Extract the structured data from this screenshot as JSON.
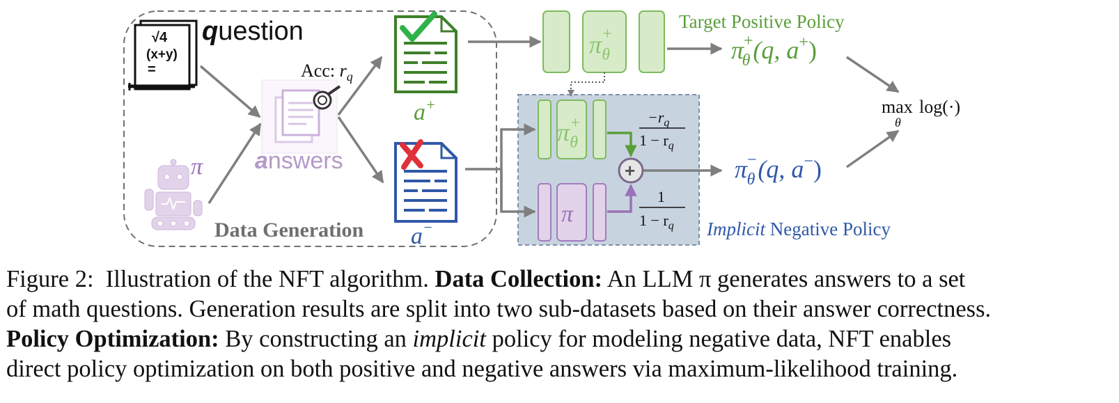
{
  "diagram": {
    "question_label_bold": "q",
    "question_label_rest": "uestion",
    "question_math": [
      "√4",
      "(x+y)",
      "="
    ],
    "policy_symbol": "π",
    "answers_label_bold": "a",
    "answers_label_rest": "nswers",
    "accuracy_label": "Acc: ",
    "accuracy_symbol": "r",
    "accuracy_sub": "q",
    "data_generation_label": "Data Generation",
    "positive_answer": "a",
    "positive_sup": "+",
    "negative_answer": "a",
    "negative_sup": "−",
    "target_positive_label": "Target Positive Policy",
    "positive_policy_block": "π",
    "positive_policy_sup": "+",
    "positive_policy_sub": "θ",
    "positive_output": "π",
    "positive_output_sup": "+",
    "positive_output_sub": "θ",
    "positive_output_args": "(q, a",
    "positive_output_args_sup": "+",
    "positive_output_close": ")",
    "objective_max": "max",
    "objective_sub": "θ",
    "objective_log": "log(·)",
    "negative_output": "π",
    "negative_output_sup": "−",
    "negative_output_sub": "θ",
    "negative_output_args": "(q, a",
    "negative_output_args_sup": "−",
    "negative_output_close": ")",
    "implicit_label_italic": "Implicit",
    "implicit_label_rest": " Negative Policy",
    "ref_policy_block": "π",
    "plus_sign": "+",
    "frac_top_num": "−r",
    "frac_top_num_sub": "q",
    "frac_top_den": "1 − r",
    "frac_top_den_sub": "q",
    "frac_bottom_num": "1",
    "frac_bottom_den": "1 − r",
    "frac_bottom_den_sub": "q"
  },
  "caption": {
    "figure_label": "Figure 2:",
    "line1_a": "Illustration of the NFT algorithm. ",
    "line1_bold": "Data Collection:",
    "line1_b": " An LLM π generates answers to a set",
    "line2": "of math questions. Generation results are split into two sub-datasets based on their answer correctness.",
    "line3_bold": "Policy Optimization:",
    "line3_a": " By constructing an ",
    "line3_italic": "implicit",
    "line3_b": " policy for modeling negative data, NFT enables",
    "line4": "direct policy optimization on both positive and negative answers via maximum-likelihood training."
  },
  "colors": {
    "green": "#5a9e3a",
    "green_fill": "#d7ebc9",
    "blue": "#2f58a8",
    "blue_panel": "#c8d3e0",
    "purple": "#9a72b6",
    "purple_fill": "#e3d3ea",
    "gray_arrow": "#7f7f7f",
    "red_mark": "#e0303a"
  }
}
